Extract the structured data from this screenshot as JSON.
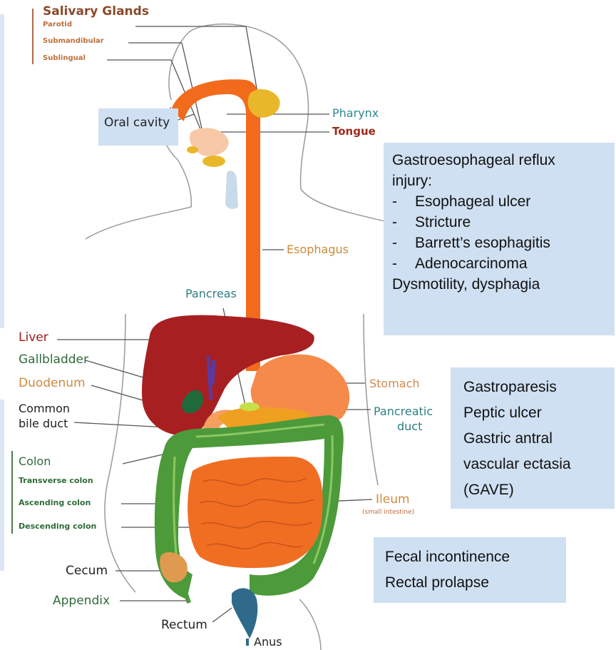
{
  "colors": {
    "brown_label": "#8a4a2a",
    "orange_label": "#c98a3a",
    "teal_label": "#2e7f82",
    "liver_label": "#9b1a1a",
    "green_label": "#2f6b3a",
    "dark_label": "#222222",
    "box_bg": "#cfe0f2",
    "esophagus": "#f26a1c",
    "liver": "#a81f22",
    "colon": "#4c9a3a",
    "small_intestine": "#f06e22",
    "stomach": "#f58a4a",
    "gland": "#e8b82a",
    "rectum": "#2f6a8a"
  },
  "labels": {
    "salivary_glands": "Salivary Glands",
    "parotid": "Parotid",
    "submandibular": "Submandibular",
    "sublingual": "Sublingual",
    "oral_cavity": "Oral cavity",
    "pharynx": "Pharynx",
    "tongue": "Tongue",
    "esophagus": "Esophagus",
    "pancreas": "Pancreas",
    "liver": "Liver",
    "gallbladder": "Gallbladder",
    "duodenum": "Duodenum",
    "common_bile_duct_1": "Common",
    "common_bile_duct_2": "bile duct",
    "stomach": "Stomach",
    "pancreatic_duct_1": "Pancreatic",
    "pancreatic_duct_2": "duct",
    "colon": "Colon",
    "transverse_colon": "Transverse colon",
    "ascending_colon": "Ascending colon",
    "descending_colon": "Descending colon",
    "ileum": "Ileum",
    "small_intestine": "(small intestine)",
    "cecum": "Cecum",
    "appendix": "Appendix",
    "rectum": "Rectum",
    "anus": "Anus"
  },
  "boxes": {
    "esophagus_box": {
      "line1": "Gastroesophageal reflux",
      "line2": "injury:",
      "items": [
        "Esophageal ulcer",
        "Stricture",
        "Barrett’s esophagitis",
        "Adenocarcinoma"
      ],
      "dash": "-",
      "line_last": "Dysmotility, dysphagia"
    },
    "stomach_box": {
      "lines": [
        "Gastroparesis",
        "Peptic ulcer",
        "Gastric antral",
        "vascular ectasia",
        "(GAVE)"
      ]
    },
    "rectum_box": {
      "lines": [
        "Fecal incontinence",
        "Rectal prolapse"
      ]
    }
  }
}
